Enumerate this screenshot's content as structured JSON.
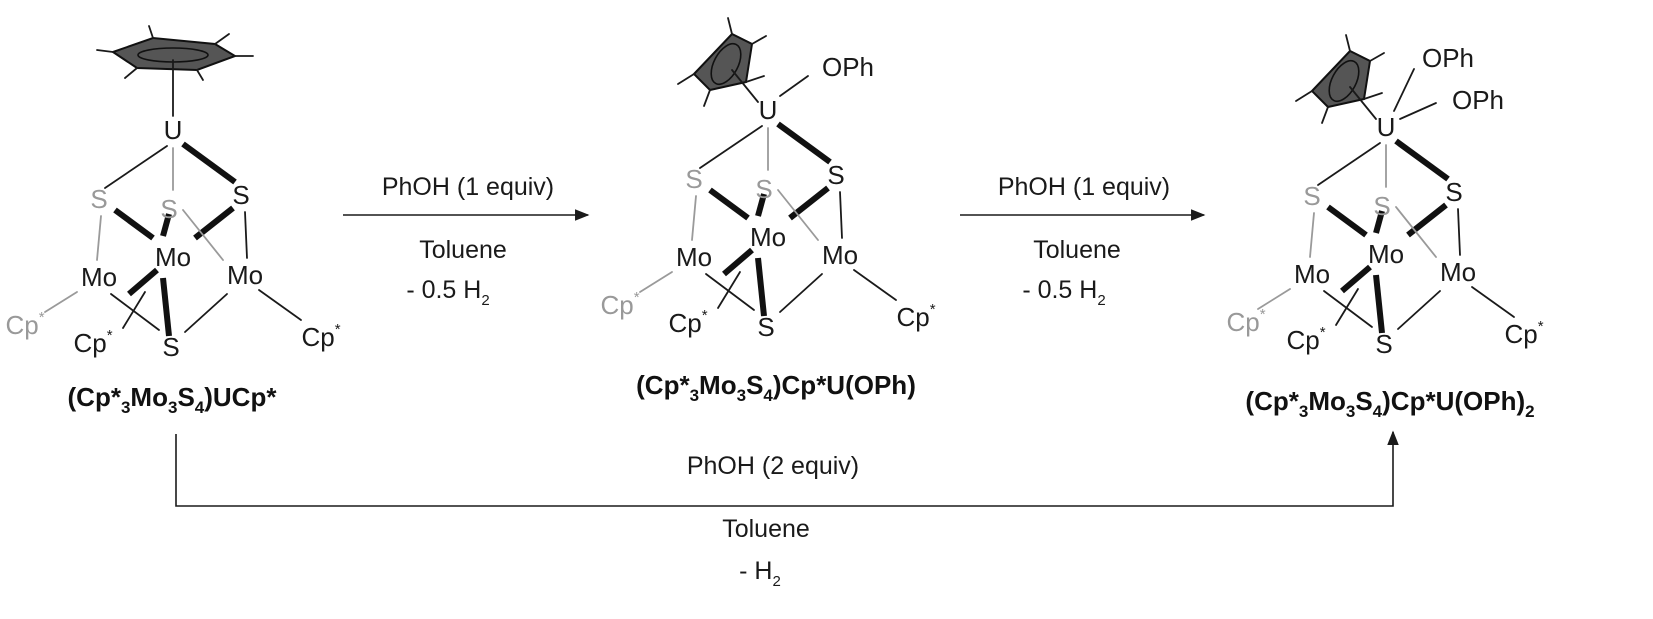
{
  "compounds": [
    {
      "name_a": "(Cp*",
      "name_b": "3",
      "name_c": "Mo",
      "name_d": "3",
      "name_e": "S",
      "name_f": "4",
      "name_g": ")UCp*",
      "name_h": ""
    },
    {
      "name_a": "(Cp*",
      "name_b": "3",
      "name_c": "Mo",
      "name_d": "3",
      "name_e": "S",
      "name_f": "4",
      "name_g": ")Cp*U(OPh)",
      "name_h": ""
    },
    {
      "name_a": "(Cp*",
      "name_b": "3",
      "name_c": "Mo",
      "name_d": "3",
      "name_e": "S",
      "name_f": "4",
      "name_g": ")Cp*U(OPh)",
      "name_h": "2"
    }
  ],
  "atoms": {
    "U": "U",
    "S": "S",
    "Mo": "Mo",
    "Cp": "Cp",
    "star": "*",
    "OPh": "OPh"
  },
  "reactions": [
    {
      "reagent": "PhOH (1 equiv)",
      "solvent": "Toluene",
      "byproduct": "- 0.5 H",
      "byproduct_sub": "2"
    },
    {
      "reagent": "PhOH (1 equiv)",
      "solvent": "Toluene",
      "byproduct": "- 0.5 H",
      "byproduct_sub": "2"
    },
    {
      "reagent": "PhOH (2 equiv)",
      "solvent": "Toluene",
      "byproduct": "- H",
      "byproduct_sub": "2"
    }
  ]
}
